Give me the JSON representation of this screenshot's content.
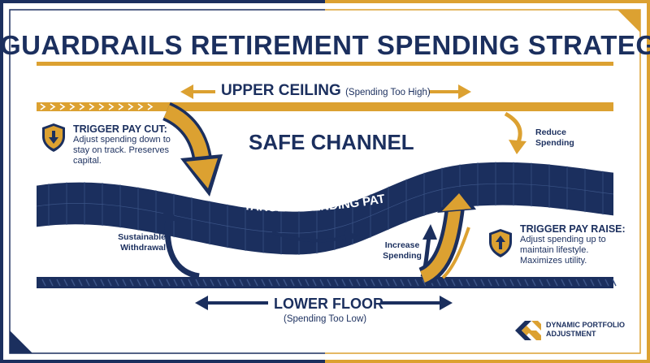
{
  "title": "GUARDRAILS RETIREMENT SPENDING STRATEGY",
  "upper": {
    "label": "UPPER CEILING",
    "sub": "(Spending Too High)"
  },
  "safe_channel": "SAFE CHANNEL",
  "target_path": "TARGET SPENDING PATH",
  "trigger_cut": {
    "heading": "TRIGGER PAY CUT:",
    "body": "Adjust spending down to stay on track. Preserves capital."
  },
  "reduce": "Reduce Spending",
  "sustainable": "Sustainable Withdrawal",
  "increase": "Increase Spending",
  "trigger_raise": {
    "heading": "TRIGGER PAY RAISE:",
    "body": "Adjust spending up to maintain lifestyle. Maximizes utility."
  },
  "lower": {
    "label": "LOWER FLOOR",
    "sub": "(Spending Too Low)"
  },
  "logo": {
    "text": "DYNAMIC PORTFOLIO ADJUSTMENT"
  },
  "colors": {
    "navy": "#1b2f5e",
    "gold": "#dca131",
    "white": "#ffffff"
  },
  "icons": [
    "shield-down-arrow-icon",
    "shield-up-arrow-icon",
    "dynamic-portfolio-logo-icon"
  ]
}
